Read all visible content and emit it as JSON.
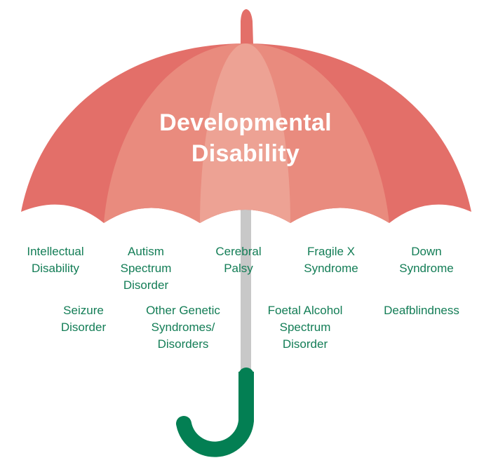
{
  "title": {
    "line1": "Developmental",
    "line2": "Disability"
  },
  "colors": {
    "canopy_outer": "#e36f69",
    "canopy_middle": "#e98b7e",
    "canopy_center": "#eda294",
    "shaft": "#c8c8c8",
    "handle": "#037f53",
    "label_text": "#137d56",
    "title_text": "#ffffff"
  },
  "conditions_row1": [
    {
      "lines": [
        "Intellectual",
        "Disability"
      ]
    },
    {
      "lines": [
        "Autism",
        "Spectrum",
        "Disorder"
      ]
    },
    {
      "lines": [
        "Cerebral",
        "Palsy"
      ]
    },
    {
      "lines": [
        "Fragile X",
        "Syndrome"
      ]
    },
    {
      "lines": [
        "Down",
        "Syndrome"
      ]
    }
  ],
  "conditions_row2": [
    {
      "lines": [
        "Seizure",
        "Disorder"
      ]
    },
    {
      "lines": [
        "Other Genetic",
        "Syndromes/",
        "Disorders"
      ]
    },
    {
      "lines": [
        "Foetal Alcohol",
        "Spectrum",
        "Disorder"
      ]
    },
    {
      "lines": [
        "Deafblindness"
      ]
    }
  ]
}
